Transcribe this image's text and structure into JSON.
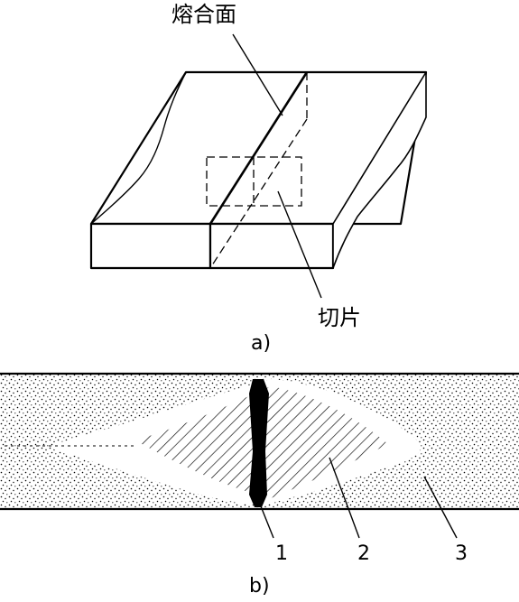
{
  "diagram_a": {
    "label_fusion_surface": "熔合面",
    "label_slice": "切片",
    "caption": "a)"
  },
  "diagram_b": {
    "marker_1": "1",
    "marker_2": "2",
    "marker_3": "3",
    "caption": "b)"
  },
  "colors": {
    "ink": "#000000",
    "paper": "#ffffff"
  }
}
